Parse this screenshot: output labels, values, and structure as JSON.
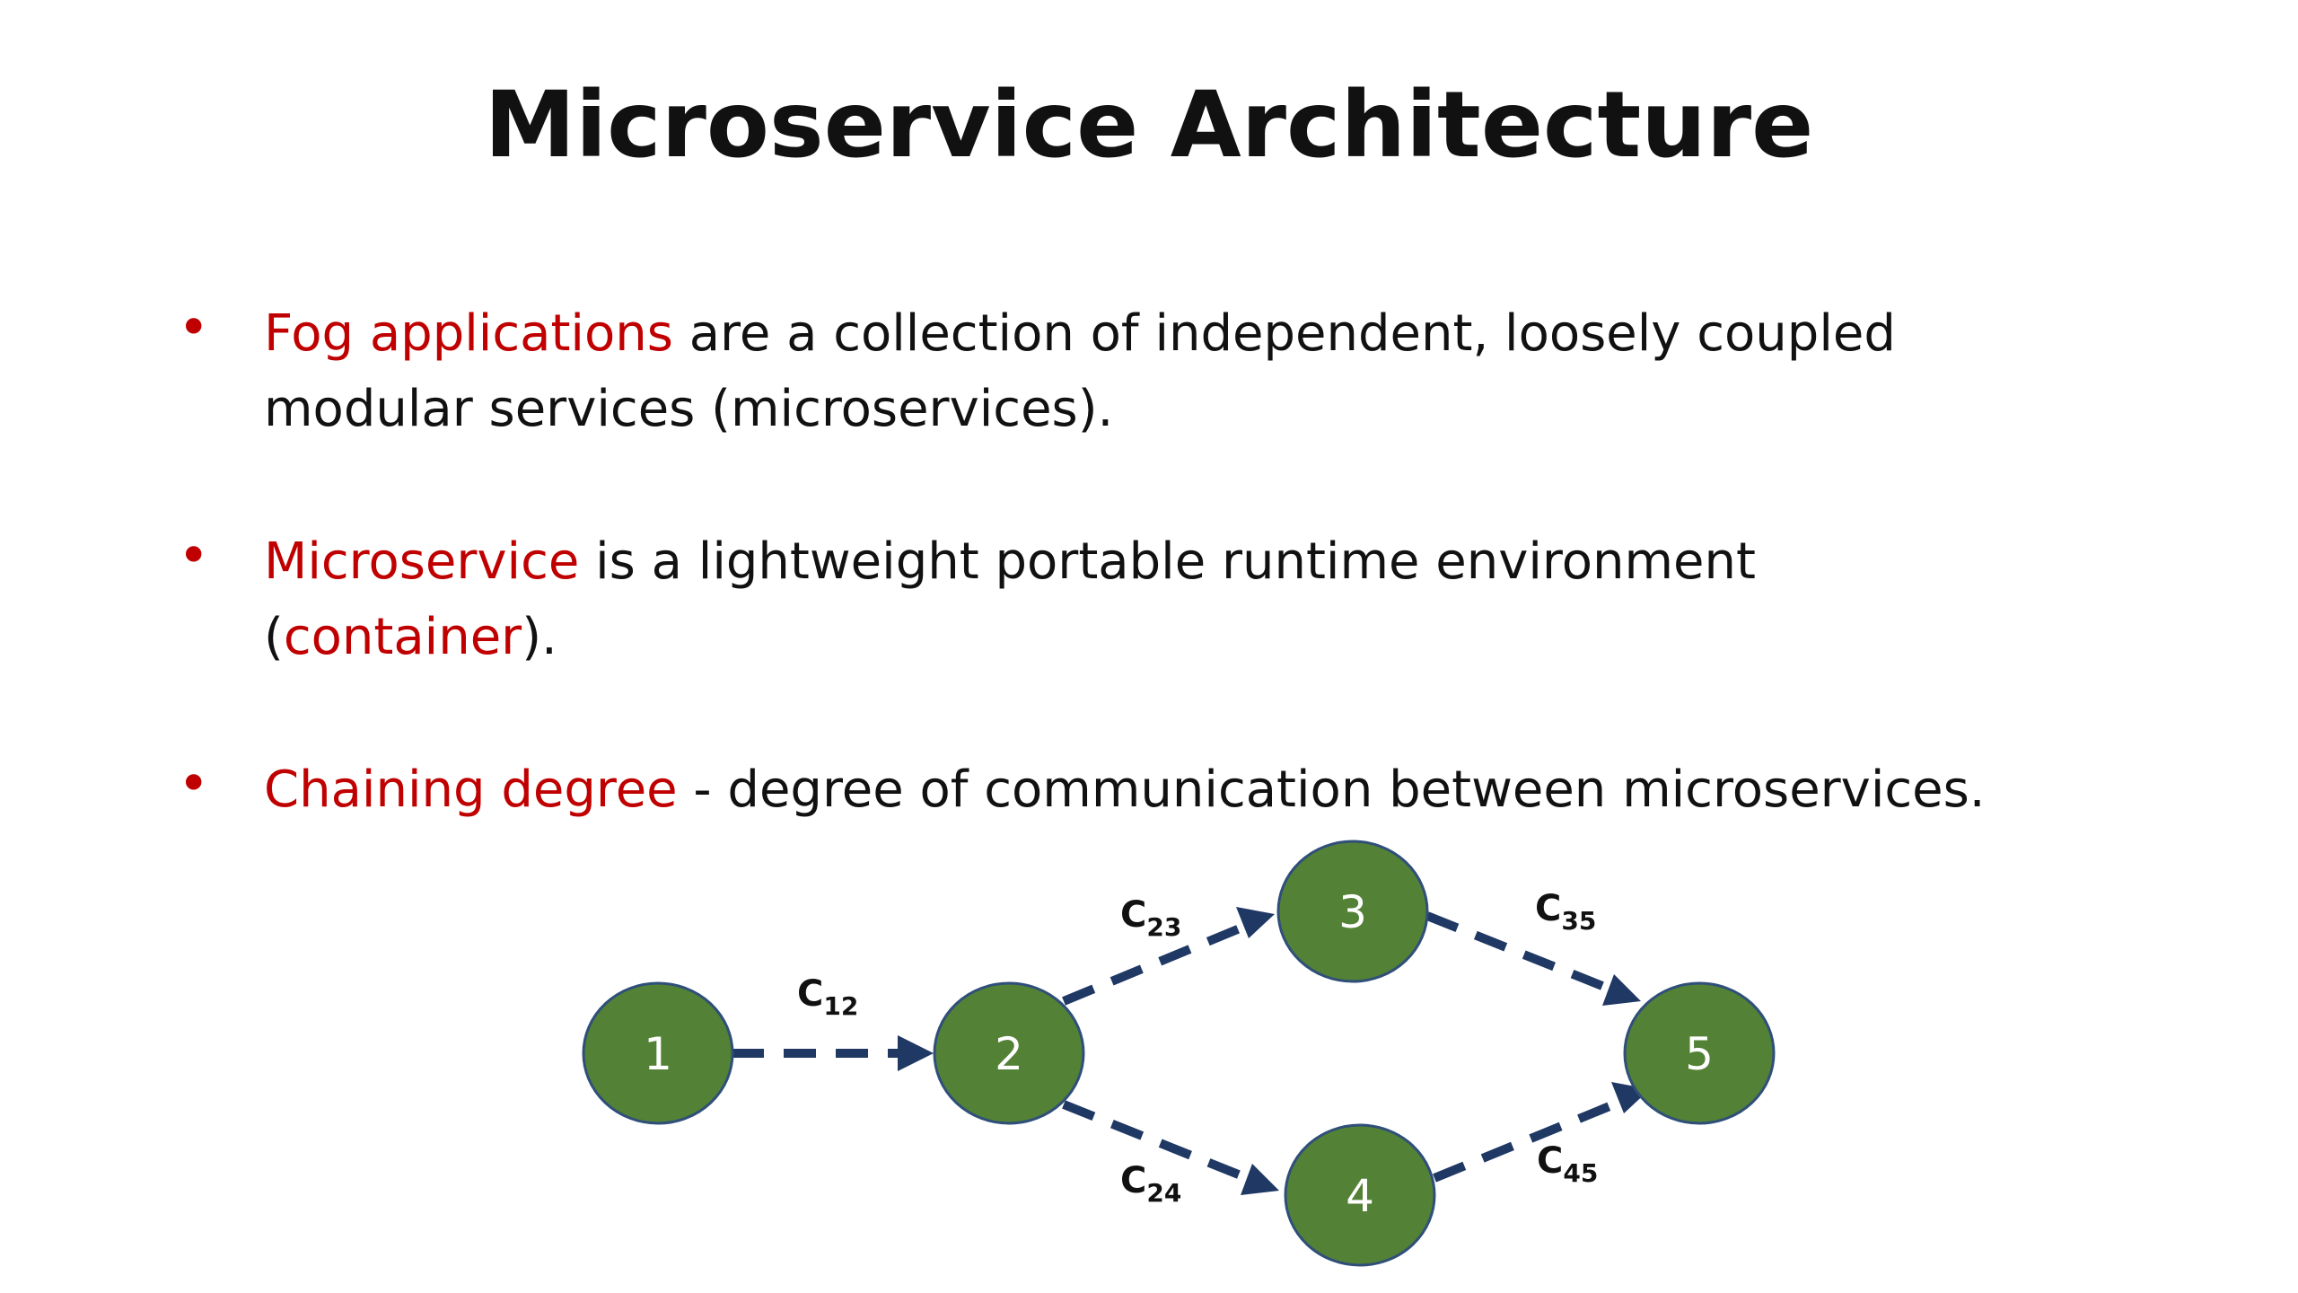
{
  "slide": {
    "title": "Microservice Architecture",
    "bullets": [
      {
        "marker": "•",
        "line1_highlight": "Fog  applications",
        "line1_rest": " are a collection of independent, loosely coupled",
        "line2": "modular services (microservices)."
      },
      {
        "marker": "•",
        "line1_highlight": "Microservice",
        "line1_rest": " is a  lightweight portable runtime environment",
        "line2_open": "(",
        "line2_highlight": "container",
        "line2_close": ")."
      },
      {
        "marker": "•",
        "line1_highlight": "Chaining degree",
        "line1_rest": " - degree of communication between microservices."
      }
    ],
    "colors": {
      "highlight": "#c00000",
      "node_fill": "#538135",
      "node_stroke": "#2f4f7a",
      "edge": "#1f3864"
    }
  },
  "diagram": {
    "nodes": [
      {
        "id": "1",
        "label": "1"
      },
      {
        "id": "2",
        "label": "2"
      },
      {
        "id": "3",
        "label": "3"
      },
      {
        "id": "4",
        "label": "4"
      },
      {
        "id": "5",
        "label": "5"
      }
    ],
    "edges": [
      {
        "from": "1",
        "to": "2",
        "label_main": "C",
        "label_sub": "12"
      },
      {
        "from": "2",
        "to": "3",
        "label_main": "C",
        "label_sub": "23"
      },
      {
        "from": "2",
        "to": "4",
        "label_main": "C",
        "label_sub": "24"
      },
      {
        "from": "3",
        "to": "5",
        "label_main": "C",
        "label_sub": "35"
      },
      {
        "from": "4",
        "to": "5",
        "label_main": "C",
        "label_sub": "45"
      }
    ]
  }
}
